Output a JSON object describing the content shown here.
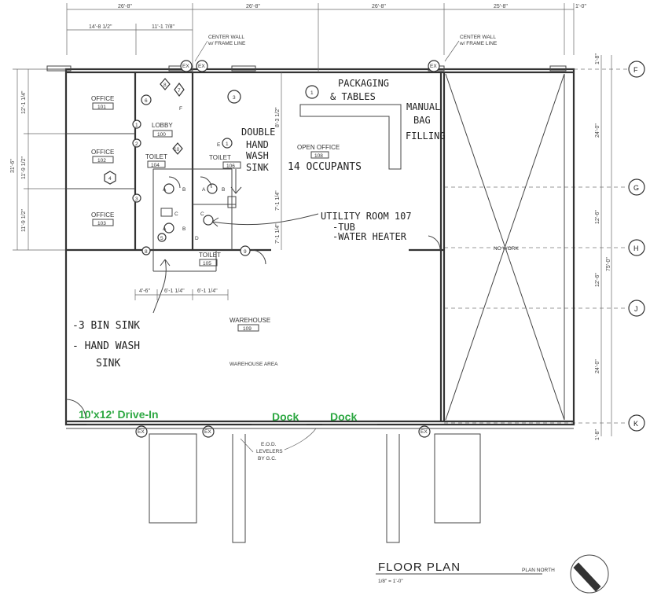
{
  "dimensions": {
    "top": [
      "26'-8\"",
      "26'-8\"",
      "26'-8\"",
      "25'-8\"",
      "1'-0\""
    ],
    "top_sub": [
      "14'-8 1/2\"",
      "11'-1 7/8\""
    ],
    "left": [
      "12'-1 1/4\"",
      "31'-6\"",
      "11'-9 1/2\"",
      "11'-9 1/2\""
    ],
    "right": [
      "1'-8\"",
      "24'-0\"",
      "12'-6\"",
      "12'-6\"",
      "75'-0\"",
      "24'-0\"",
      "1'-8\""
    ],
    "inner": [
      "4'-6\"",
      "6'-1 1/4\"",
      "6'-1 1/4\"",
      "7'-1 1/4\"",
      "7'-1 1/4\"",
      "8'-3 1/2\""
    ]
  },
  "grid_lines": [
    "F",
    "G",
    "H",
    "J",
    "K"
  ],
  "rooms": {
    "office1": {
      "name": "OFFICE",
      "num": "101"
    },
    "office2": {
      "name": "OFFICE",
      "num": "102"
    },
    "office3": {
      "name": "OFFICE",
      "num": "103"
    },
    "lobby": {
      "name": "LOBBY",
      "num": "100"
    },
    "toilet104": {
      "name": "TOILET",
      "num": "104"
    },
    "toilet106": {
      "name": "TOILET",
      "num": "106"
    },
    "toilet105": {
      "name": "TOILET",
      "num": "105"
    },
    "open_office": {
      "name": "OPEN OFFICE",
      "num": "108"
    },
    "warehouse": {
      "name": "WAREHOUSE",
      "num": "109"
    },
    "warehouse_area": "WAREHOUSE AREA",
    "no_work": "NO WORK"
  },
  "notes": {
    "center_wall_1": [
      "CENTER WALL",
      "w/ FRAME LINE"
    ],
    "center_wall_2": [
      "CENTER WALL",
      "w/ FRAME LINE"
    ],
    "eod": [
      "E.O.D.",
      "LEVELERS",
      "BY G.C."
    ],
    "ex": "EX",
    "tags": [
      "1",
      "2",
      "3",
      "4",
      "5",
      "6",
      "7",
      "8",
      "9",
      "10"
    ],
    "fixtures": [
      "A",
      "B",
      "C",
      "D",
      "E",
      "F",
      "1"
    ]
  },
  "handwritten": {
    "packaging": [
      "PACKAGING",
      "& TABLES"
    ],
    "manual": [
      "MANUAL",
      "BAG",
      "FILLING"
    ],
    "double": [
      "DOUBLE",
      "HAND",
      "WASH",
      "SINK"
    ],
    "occupants": "14 OCCUPANTS",
    "utility": [
      "UTILITY ROOM 107",
      "-TUB",
      "-WATER HEATER"
    ],
    "sinks": [
      "-3 BIN SINK",
      "- HAND WASH",
      "SINK"
    ]
  },
  "overlay": {
    "drive_in": "10'x12' Drive-In",
    "dock1": "Dock",
    "dock2": "Dock",
    "color": "#2ea843"
  },
  "title_block": {
    "title": "FLOOR PLAN",
    "scale": "1/8\" = 1'-0\"",
    "north": "PLAN NORTH"
  }
}
